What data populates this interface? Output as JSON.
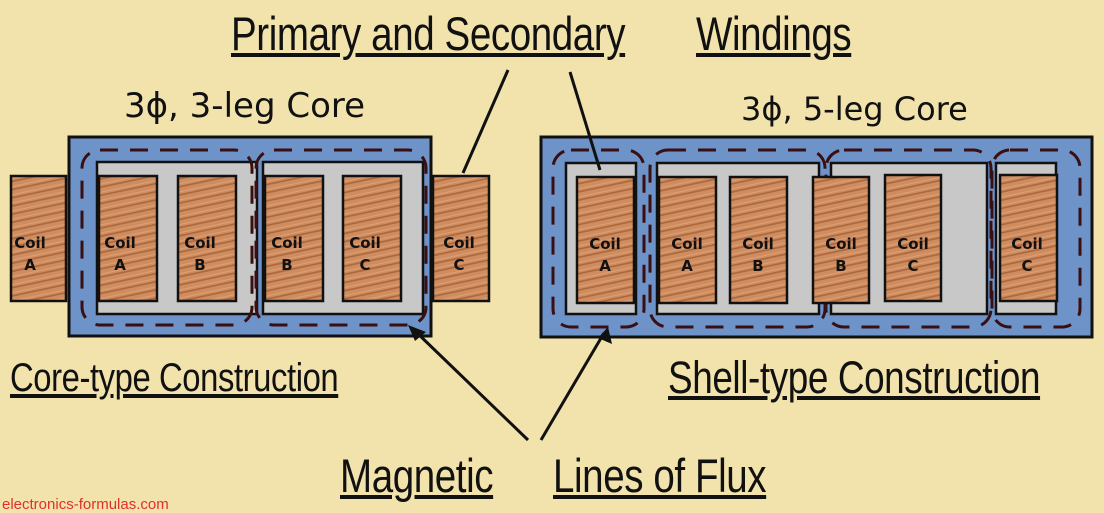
{
  "title": {
    "part1": "Primary and Secondary",
    "part2": "Windings"
  },
  "left_core": {
    "heading": "3ϕ, 3-leg Core",
    "construction_label": "Core-type Construction",
    "coils": [
      {
        "line1": "Coil",
        "line2": "A"
      },
      {
        "line1": "Coil",
        "line2": "A"
      },
      {
        "line1": "Coil",
        "line2": "B"
      },
      {
        "line1": "Coil",
        "line2": "B"
      },
      {
        "line1": "Coil",
        "line2": "C"
      },
      {
        "line1": "Coil",
        "line2": "C"
      }
    ]
  },
  "right_core": {
    "heading": "3ϕ, 5-leg Core",
    "construction_label": "Shell-type Construction",
    "coils": [
      {
        "line1": "Coil",
        "line2": "A"
      },
      {
        "line1": "Coil",
        "line2": "A"
      },
      {
        "line1": "Coil",
        "line2": "B"
      },
      {
        "line1": "Coil",
        "line2": "B"
      },
      {
        "line1": "Coil",
        "line2": "C"
      },
      {
        "line1": "Coil",
        "line2": "C"
      }
    ]
  },
  "flux_label": {
    "part1": "Magnetic",
    "part2": "Lines of Flux"
  },
  "watermark": "electronics-formulas.com",
  "colors": {
    "background": "#f2e3ad",
    "core": "#6e93c9",
    "window": "#c8c8c8",
    "coil": "#c98659",
    "flux_line": "#3a0f12",
    "watermark": "#e0302a"
  }
}
